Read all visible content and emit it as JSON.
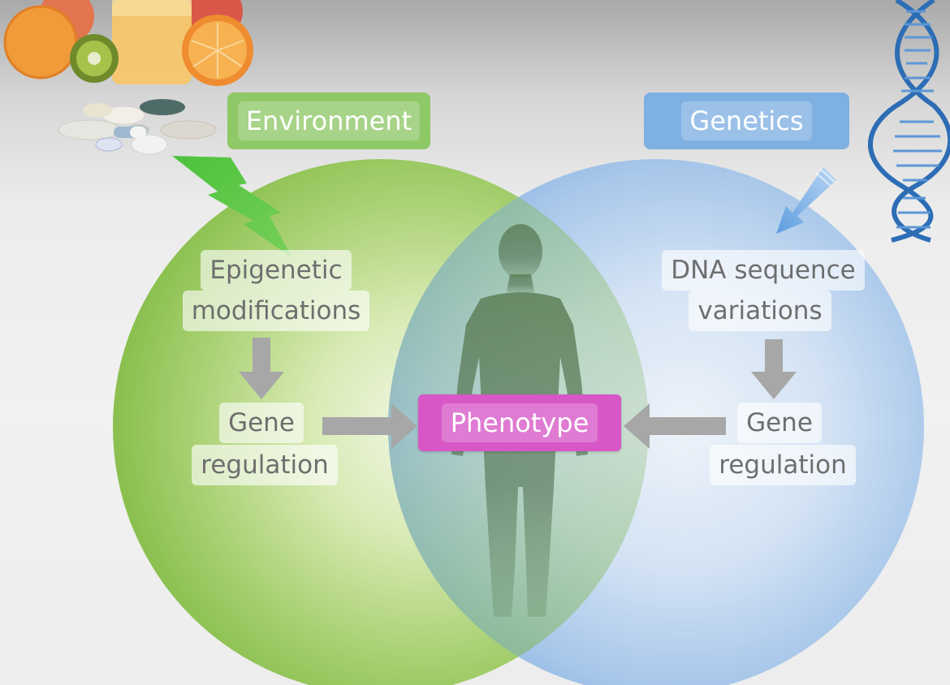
{
  "headers": {
    "environment": "Environment",
    "genetics": "Genetics"
  },
  "left_circle": {
    "top_line1": "Epigenetic",
    "top_line2": "modifications",
    "bottom_line1": "Gene",
    "bottom_line2": "regulation"
  },
  "right_circle": {
    "top_line1": "DNA sequence",
    "top_line2": "variations",
    "bottom_line1": "Gene",
    "bottom_line2": "regulation"
  },
  "center": {
    "phenotype": "Phenotype"
  },
  "colors": {
    "environment_green": "#8fc867",
    "genetics_blue": "#7fb0e2",
    "phenotype_magenta": "#d757c6",
    "arrow_gray": "#a7a7a7",
    "text_gray": "#6e6e6e"
  },
  "icons": [
    "fruit-icon",
    "pills-icon",
    "lightning-arrow-icon",
    "blue-arrow-icon",
    "dna-icon",
    "human-silhouette-icon"
  ]
}
